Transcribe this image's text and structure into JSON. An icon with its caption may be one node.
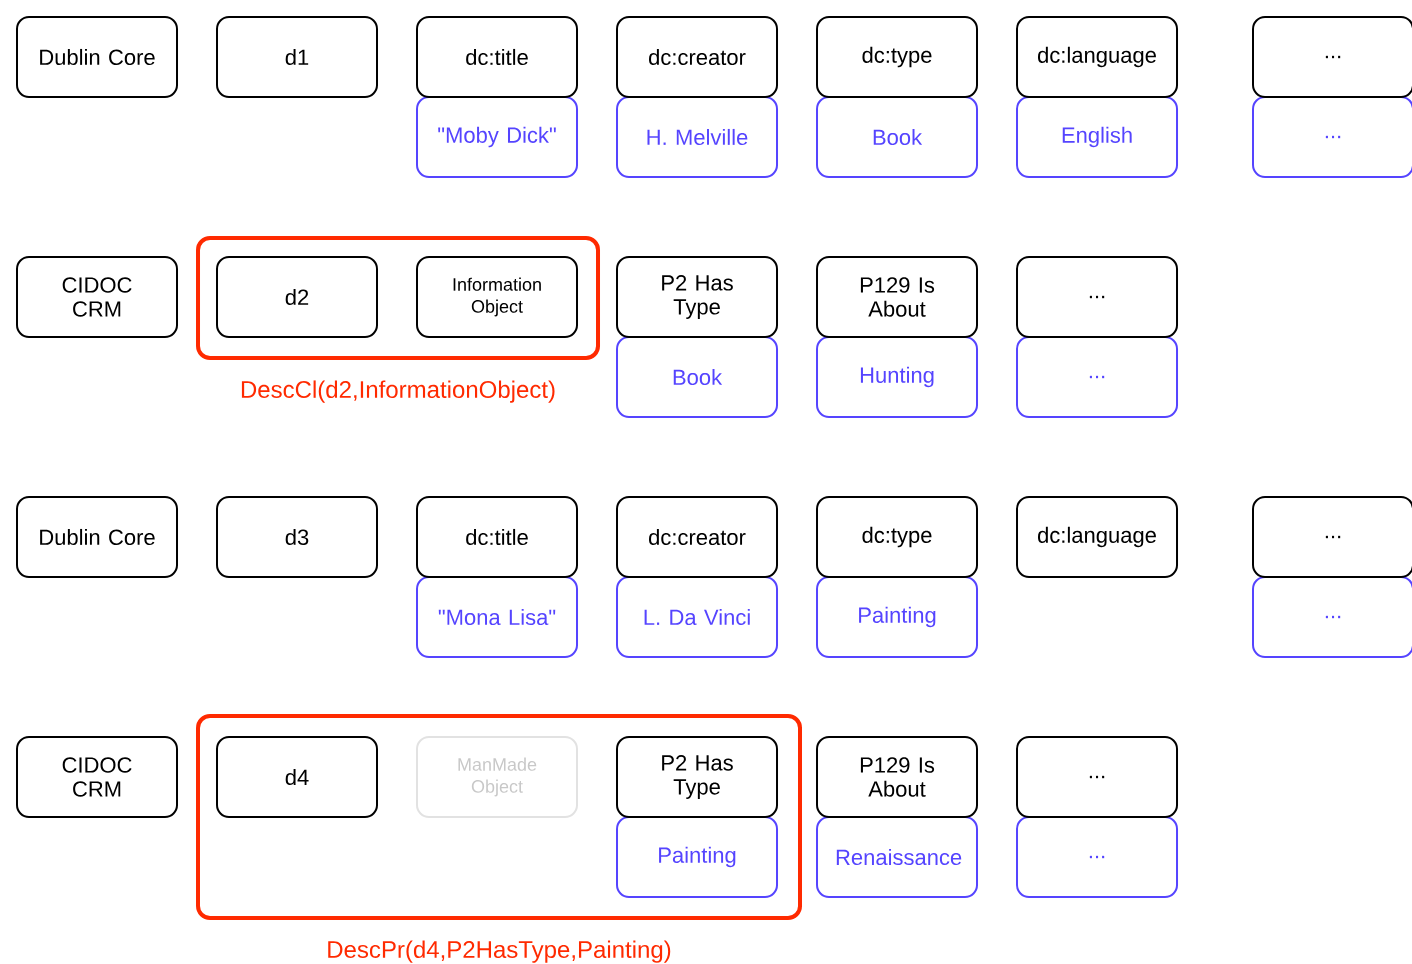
{
  "diagram": {
    "nodes": [
      {
        "text": [
          "Dublin Core"
        ]
      },
      {
        "text": [
          "d1"
        ]
      },
      {
        "text": [
          "dc:title"
        ]
      },
      {
        "text": [
          "dc:creator"
        ]
      },
      {
        "text": [
          "dc:type"
        ]
      },
      {
        "text": [
          "dc:language"
        ]
      },
      {
        "text": [
          "..."
        ]
      },
      {
        "text": [
          "\"Moby Dick\""
        ]
      },
      {
        "text": [
          "H. Melville"
        ]
      },
      {
        "text": [
          "Book"
        ]
      },
      {
        "text": [
          "English"
        ]
      },
      {
        "text": [
          "..."
        ]
      },
      {
        "text": [
          "CIDOC CRM"
        ]
      },
      {
        "text": [],
        "shape": "box",
        "beside": [
          "DescCl(d2,InformationObject)"
        ]
      },
      {
        "text": [
          "d2"
        ],
        "in": 13
      },
      {
        "text": [
          "Information Object"
        ],
        "in": 13
      },
      {
        "text": [
          "P2 Has Type"
        ]
      },
      {
        "text": [
          "P129 Is About"
        ]
      },
      {
        "text": [
          "..."
        ]
      },
      {
        "text": [
          "Book"
        ]
      },
      {
        "text": [
          "Hunting"
        ]
      },
      {
        "text": [
          "..."
        ]
      },
      {
        "text": [
          "Dublin Core"
        ]
      },
      {
        "text": [
          "d3"
        ]
      },
      {
        "text": [
          "dc:title"
        ]
      },
      {
        "text": [
          "dc:creator"
        ]
      },
      {
        "text": [
          "dc:type"
        ]
      },
      {
        "text": [
          "dc:language"
        ]
      },
      {
        "text": [
          "..."
        ]
      },
      {
        "text": [
          "\"Mona Lisa\""
        ]
      },
      {
        "text": [
          "L. Da Vinci"
        ]
      },
      {
        "text": [
          "Painting"
        ]
      },
      {
        "text": [
          "..."
        ]
      },
      {
        "text": [
          "CIDOC CRM"
        ]
      },
      {
        "text": [],
        "shape": "box",
        "beside": [
          "DescPr(d4,P2HasType,Painting)"
        ]
      },
      {
        "text": [
          "d4"
        ],
        "in": 34
      },
      {
        "text": [
          "ManMade Object"
        ],
        "in": 34
      },
      {
        "text": [
          "P2 Has Type"
        ],
        "in": 34
      },
      {
        "text": [
          "P129 Is About"
        ]
      },
      {
        "text": [
          "..."
        ]
      },
      {
        "text": [
          "Painting"
        ],
        "in": 34
      },
      {
        "text": [
          "Renaissance"
        ]
      },
      {
        "text": [
          "..."
        ]
      }
    ]
  }
}
